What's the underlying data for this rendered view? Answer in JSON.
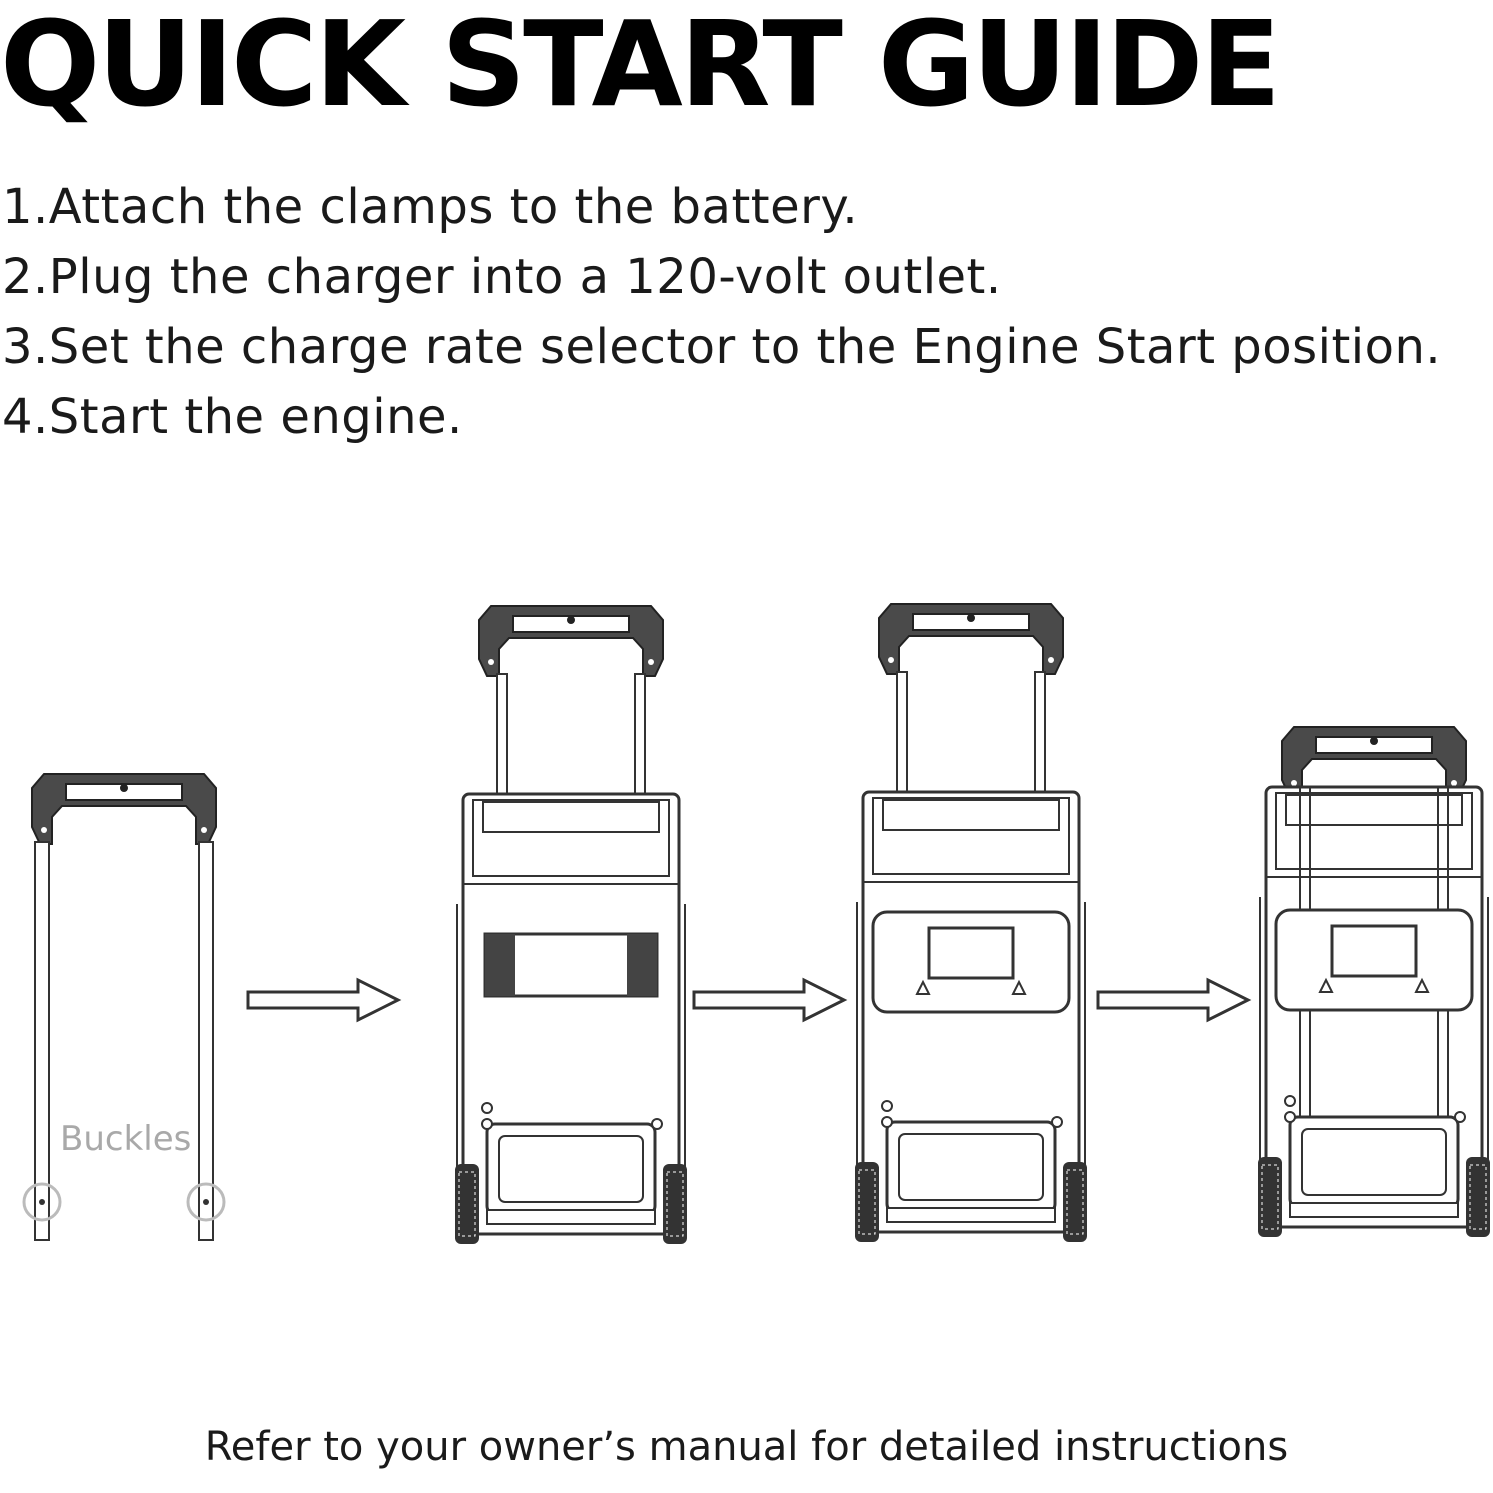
{
  "title": "QUICK START GUIDE",
  "steps": [
    "1.Attach the clamps to the battery.",
    "2.Plug the charger into a 120-volt outlet.",
    "3.Set the charge rate selector to the Engine Start position.",
    "4.Start the engine."
  ],
  "illustration": {
    "buckles_label": "Buckles",
    "figures": [
      "handle-only",
      "charger-handle-raised",
      "charger-handle-raised-with-bag",
      "charger-handle-lowered-with-bag"
    ],
    "icons": [
      "arrow-right-icon",
      "arrow-right-icon",
      "arrow-right-icon"
    ]
  },
  "footer": "Refer to your owner’s manual for detailed instructions",
  "colors": {
    "text": "#111111",
    "line_art": "#333333",
    "label": "#a9a9a9"
  }
}
